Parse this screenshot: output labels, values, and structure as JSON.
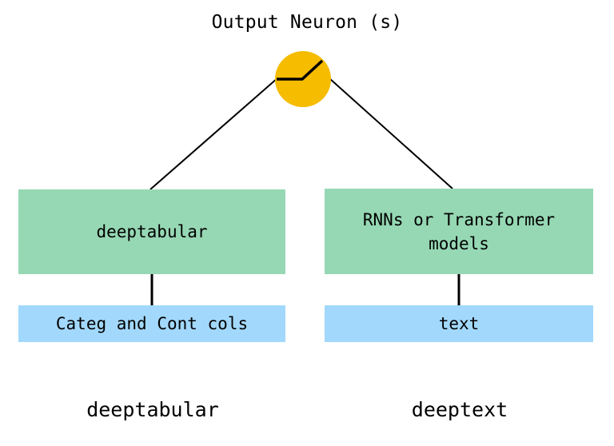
{
  "diagram": {
    "title": "Output Neuron (s)",
    "background_color": "#ffffff",
    "palette": {
      "neuron": "#F5BC00",
      "model_box": "#96D8B4",
      "data_box": "#A2D8FC",
      "edge": "#000000",
      "text": "#000000"
    },
    "neuron": {
      "label": "output-neuron",
      "activation_icon": "relu-activation-icon"
    },
    "branches": [
      {
        "id": "deeptabular",
        "caption": "deeptabular",
        "model_box": "deeptabular",
        "data_box": "Categ and Cont cols"
      },
      {
        "id": "deeptext",
        "caption": "deeptext",
        "model_box": "RNNs or Transformer\nmodels",
        "data_box": "text"
      }
    ],
    "edges": [
      {
        "name": "edge-neuron-to-deeptabular",
        "from": "output-neuron",
        "to": "deeptabular-model"
      },
      {
        "name": "edge-neuron-to-deeptext",
        "from": "output-neuron",
        "to": "deeptext-model"
      },
      {
        "name": "edge-deeptabular-model-to-data",
        "from": "deeptabular-model",
        "to": "deeptabular-data"
      },
      {
        "name": "edge-deeptext-model-to-data",
        "from": "deeptext-model",
        "to": "deeptext-data"
      }
    ]
  }
}
